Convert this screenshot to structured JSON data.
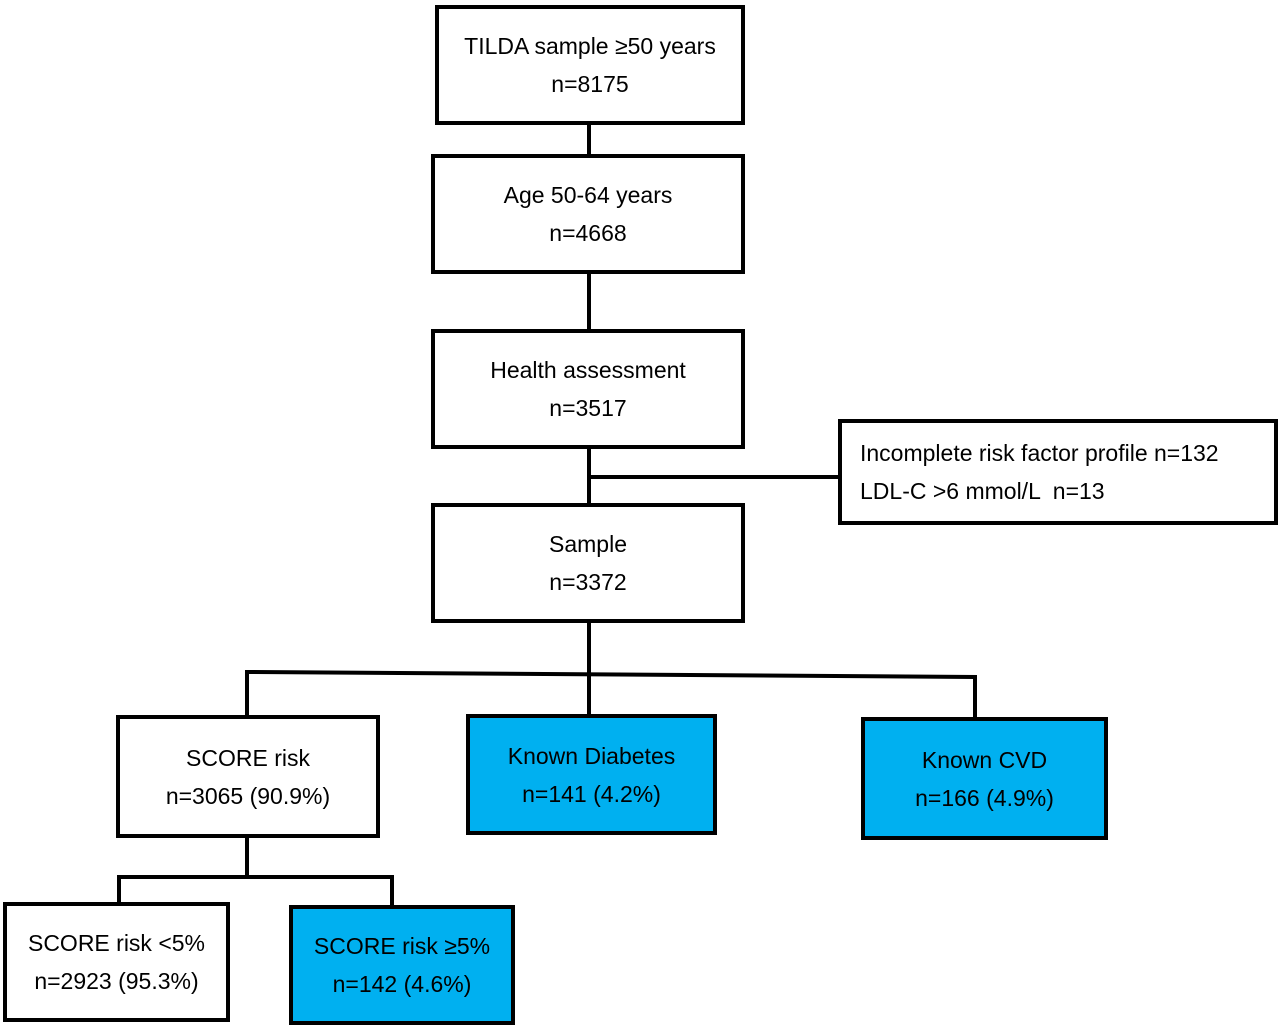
{
  "colors": {
    "box_fill": "#ffffff",
    "highlight_fill": "#00b0f0",
    "border": "#000000"
  },
  "nodes": {
    "tilda": {
      "line1": "TILDA sample ≥50 years",
      "line2": "n=8175"
    },
    "age": {
      "line1": "Age 50-64 years",
      "line2": "n=4668"
    },
    "health": {
      "line1": "Health assessment",
      "line2": "n=3517"
    },
    "excluded": {
      "line1": "Incomplete risk factor profile n=132",
      "line2": "LDL-C >6 mmol/L  n=13"
    },
    "sample": {
      "line1": "Sample",
      "line2": "n=3372"
    },
    "score": {
      "line1": "SCORE risk",
      "line2": "n=3065 (90.9%)"
    },
    "diabetes": {
      "line1": "Known Diabetes",
      "line2": "n=141 (4.2%)"
    },
    "cvd": {
      "line1": "Known CVD",
      "line2": "n=166 (4.9%)"
    },
    "score_low": {
      "line1": "SCORE risk <5%",
      "line2": "n=2923 (95.3%)"
    },
    "score_high": {
      "line1": "SCORE risk ≥5%",
      "line2": "n=142 (4.6%)"
    }
  }
}
